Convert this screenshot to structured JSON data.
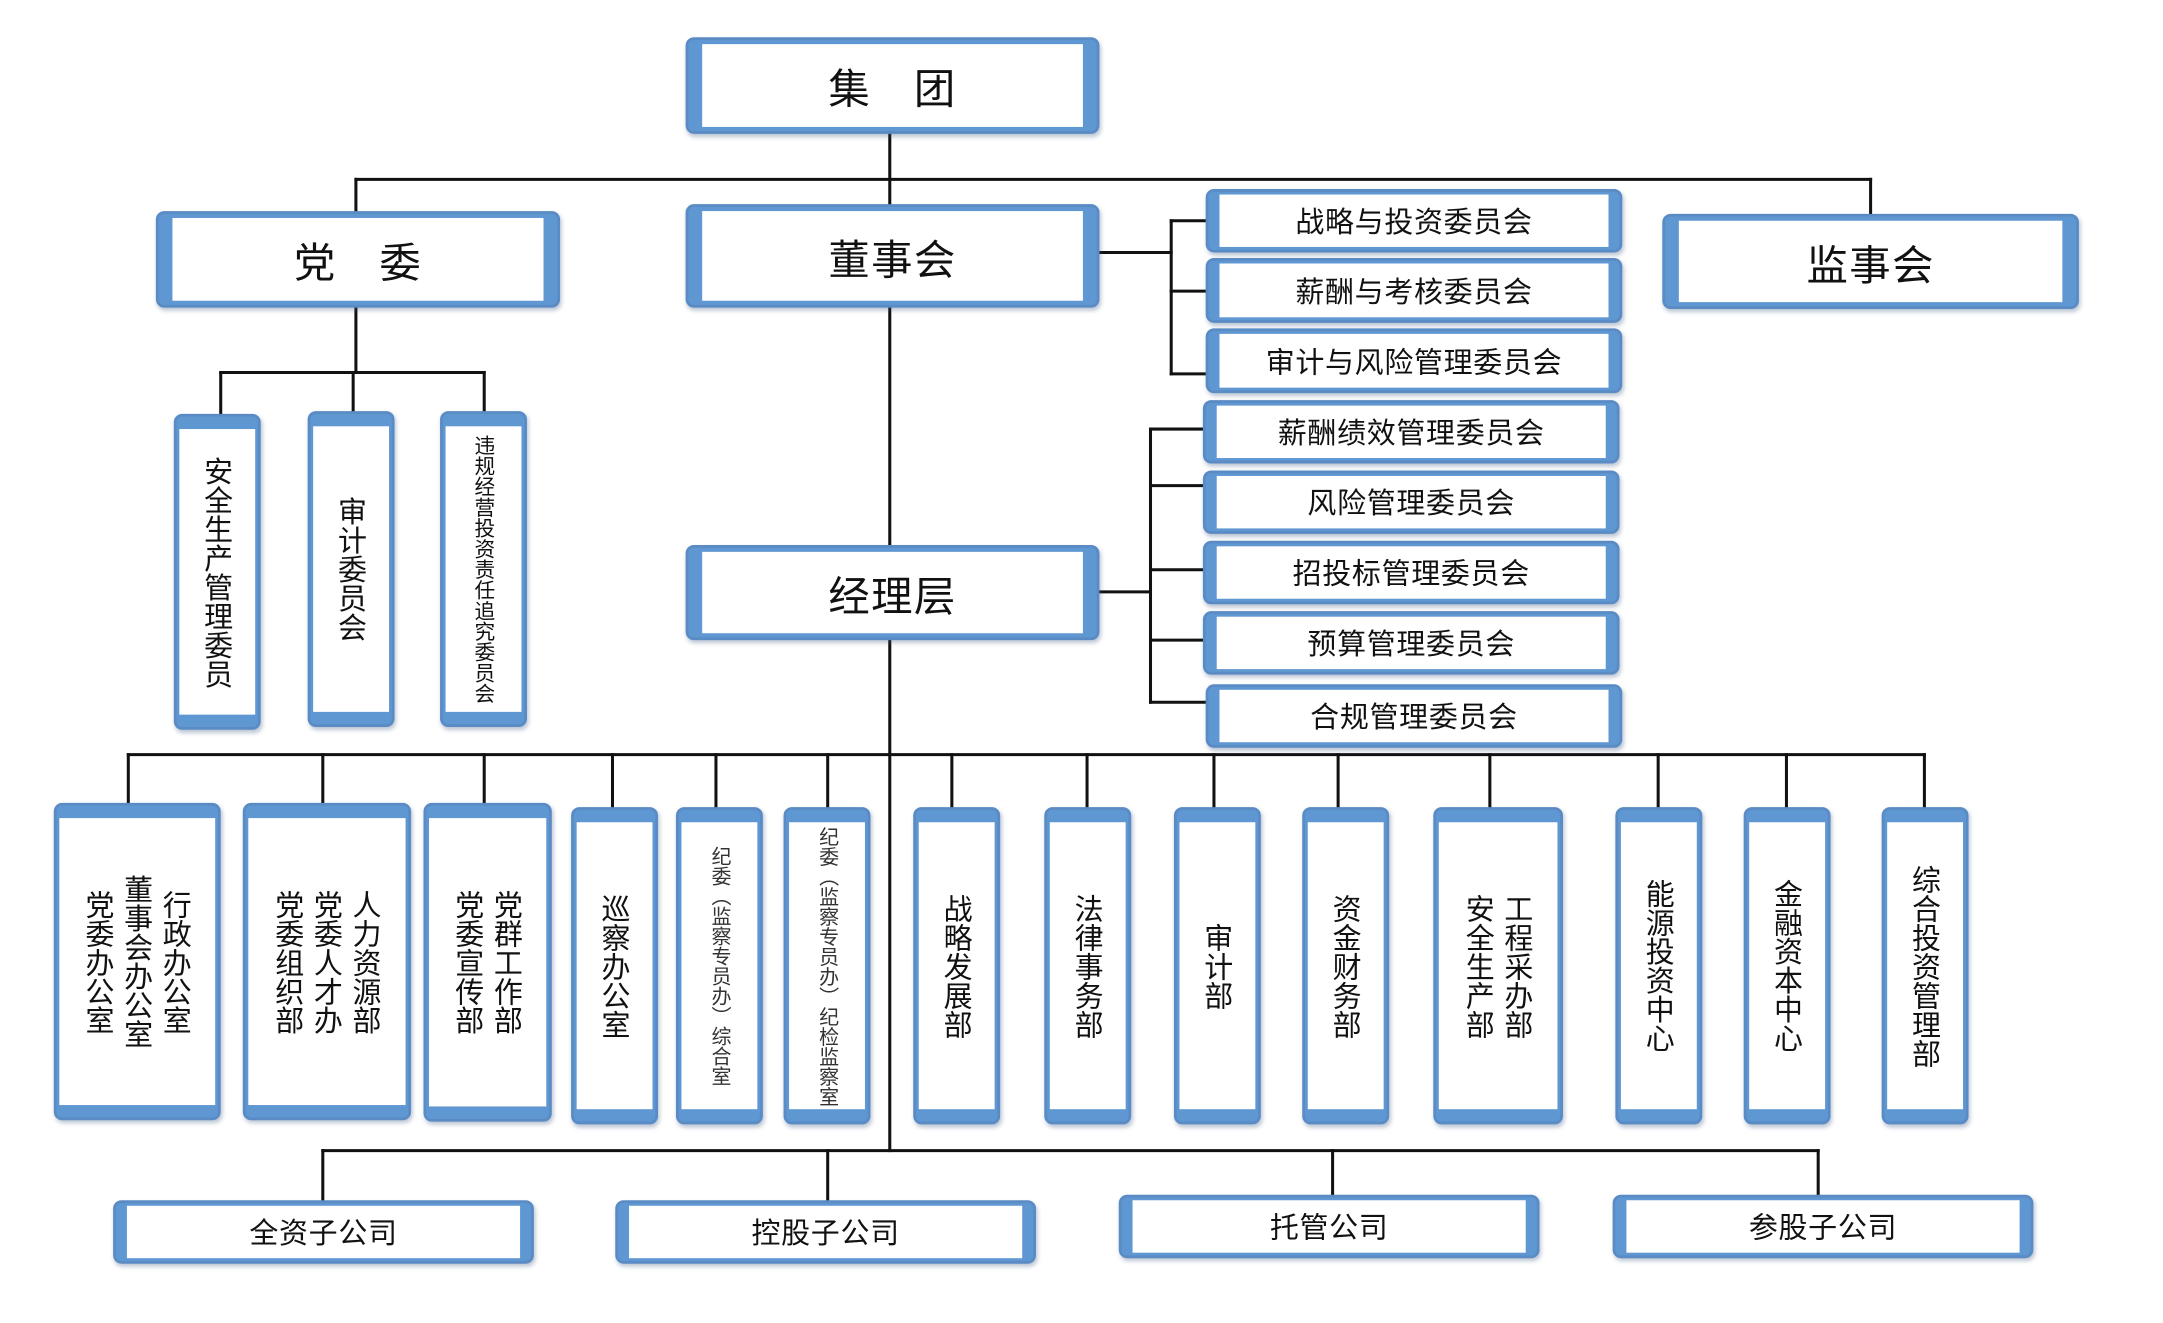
{
  "top": {
    "group": "集　团"
  },
  "level2": {
    "party_committee": "党　委",
    "board": "董事会",
    "supervisory_board": "监事会",
    "management": "经理层"
  },
  "board_committees": [
    "战略与投资委员会",
    "薪酬与考核委员会",
    "审计与风险管理委员会"
  ],
  "management_committees": [
    "薪酬绩效管理委员会",
    "风险管理委员会",
    "招投标管理委员会",
    "预算管理委员会",
    "合规管理委员会"
  ],
  "party_committees": [
    {
      "lines": [
        "安全生产管理委员"
      ]
    },
    {
      "lines": [
        "审计委员会"
      ]
    },
    {
      "lines": [
        "违规经营投资责任追究委员会"
      ]
    }
  ],
  "departments": [
    {
      "lines": [
        "行政办公室",
        "董事会办公室",
        "党委办公室"
      ]
    },
    {
      "lines": [
        "人力资源部",
        "党委人才办",
        "党委组织部"
      ]
    },
    {
      "lines": [
        "党群工作部",
        "党委宣传部"
      ]
    },
    {
      "lines": [
        "巡察办公室"
      ]
    },
    {
      "lines": [
        "纪委（监察专员办）综合室"
      ]
    },
    {
      "lines": [
        "纪委（监察专员办）纪检监察室"
      ]
    },
    {
      "lines": [
        "战略发展部"
      ]
    },
    {
      "lines": [
        "法律事务部"
      ]
    },
    {
      "lines": [
        "审计部"
      ]
    },
    {
      "lines": [
        "资金财务部"
      ]
    },
    {
      "lines": [
        "工程采办部",
        "安全生产部"
      ]
    },
    {
      "lines": [
        "能源投资中心"
      ]
    },
    {
      "lines": [
        "金融资本中心"
      ]
    },
    {
      "lines": [
        "综合投资管理部"
      ]
    }
  ],
  "subsidiaries": [
    "全资子公司",
    "控股子公司",
    "托管公司",
    "参股子公司"
  ],
  "colors": {
    "box_fill": "#5f97d2",
    "box_border": "#5a8bc4",
    "line": "#111111"
  }
}
